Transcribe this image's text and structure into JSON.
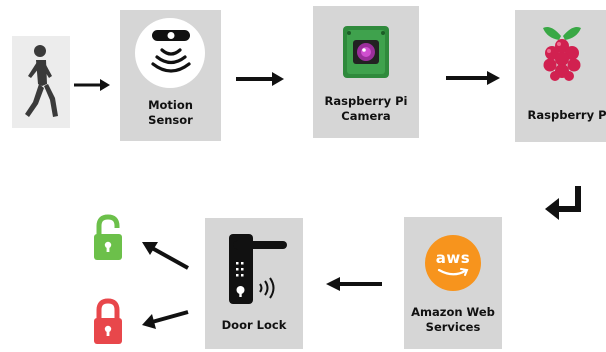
{
  "nodes": {
    "motion_sensor": {
      "label": "Motion\nSensor"
    },
    "camera": {
      "label": "Raspberry Pi\nCamera"
    },
    "raspberry_pi": {
      "label": "Raspberry Pi"
    },
    "aws": {
      "label": "Amazon Web\nServices",
      "logo_text": "aws"
    },
    "door_lock": {
      "label": "Door Lock"
    }
  },
  "icons": {
    "person": "walking-person-icon",
    "motion_sensor": "motion-sensor-icon",
    "camera": "camera-module-icon",
    "raspberry_pi": "raspberry-pi-logo-icon",
    "aws": "aws-logo-icon",
    "door_lock": "smart-door-lock-icon",
    "unlocked": "unlocked-padlock-icon",
    "locked": "locked-padlock-icon"
  },
  "colors": {
    "box": "#d6d6d6",
    "arrow": "#111111",
    "aws_orange": "#f7941d",
    "unlocked_green": "#6cc04a",
    "locked_red": "#e8474b"
  }
}
